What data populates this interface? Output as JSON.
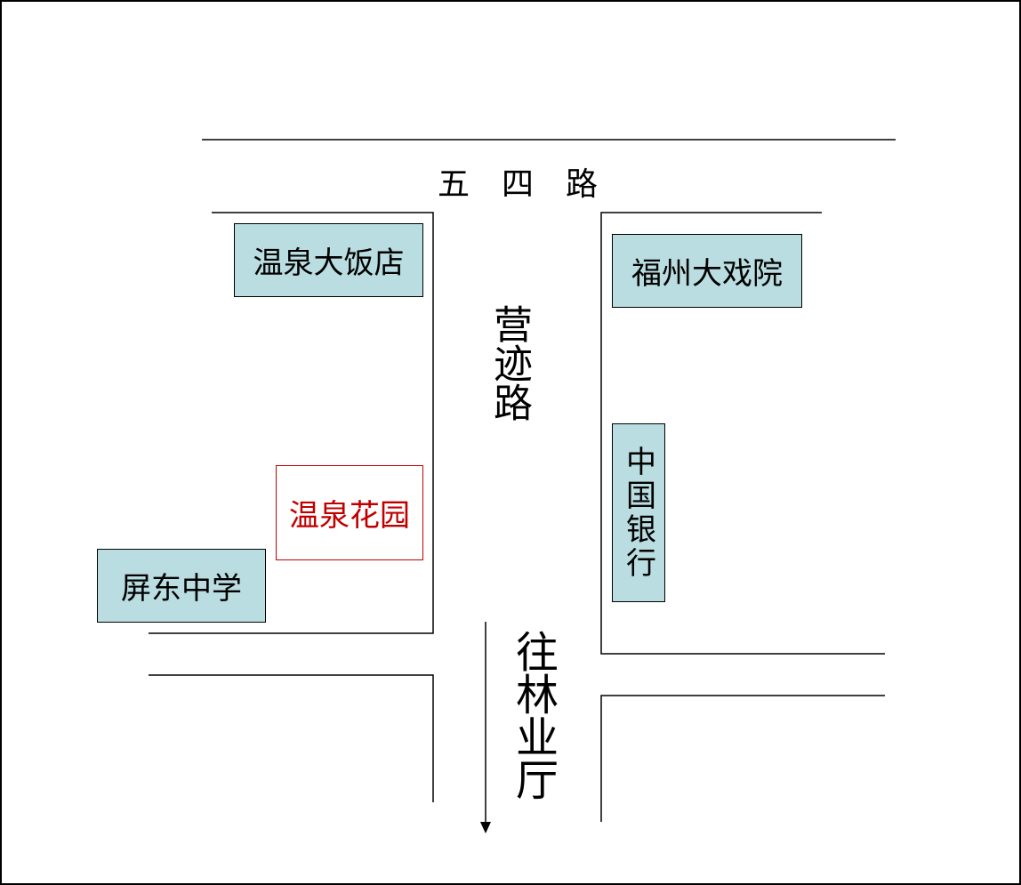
{
  "roads": {
    "top_road": "五　四　路",
    "middle_road": "营迹路",
    "direction": "往林业厅"
  },
  "places": {
    "hotel": "温泉大饭店",
    "theater": "福州大戏院",
    "bank": "中国银行",
    "destination": "温泉花园",
    "school": "屏东中学"
  },
  "colors": {
    "place_fill": "#b9dde0",
    "destination": "#c00000"
  }
}
